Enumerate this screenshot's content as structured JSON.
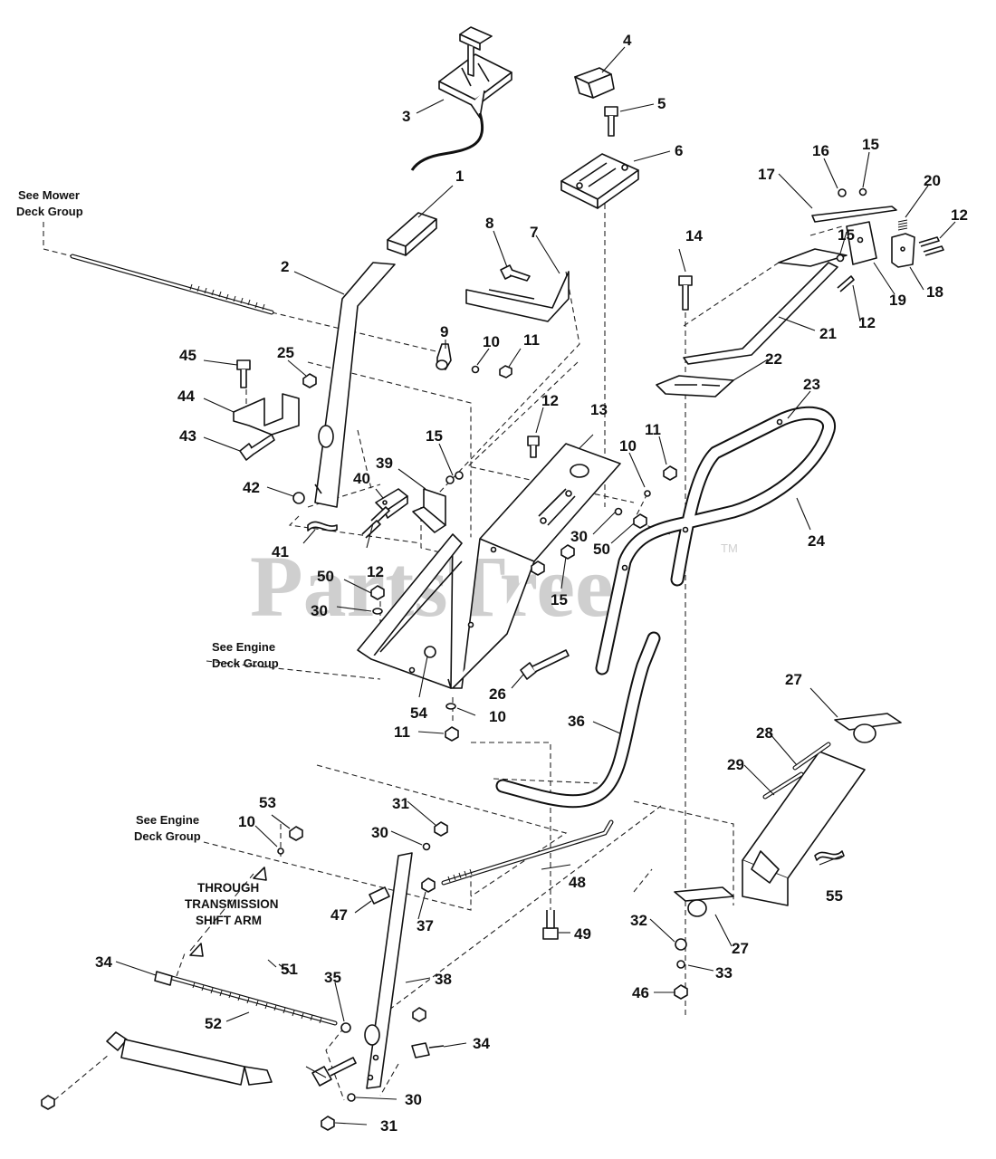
{
  "watermark": {
    "text": "PartsTree",
    "tm": "TM"
  },
  "notes": {
    "see_mower_deck": [
      "See Mower",
      "Deck Group"
    ],
    "see_engine_deck_1": [
      "See Engine",
      "Deck Group"
    ],
    "see_engine_deck_2": [
      "See Engine",
      "Deck Group"
    ],
    "through_transmission": [
      "THROUGH",
      "TRANSMISSION",
      "SHIFT ARM"
    ]
  },
  "callouts": [
    {
      "id": "c1",
      "label": "1"
    },
    {
      "id": "c2",
      "label": "2"
    },
    {
      "id": "c3",
      "label": "3"
    },
    {
      "id": "c4",
      "label": "4"
    },
    {
      "id": "c5",
      "label": "5"
    },
    {
      "id": "c6",
      "label": "6"
    },
    {
      "id": "c7",
      "label": "7"
    },
    {
      "id": "c8",
      "label": "8"
    },
    {
      "id": "c9",
      "label": "9"
    },
    {
      "id": "c10a",
      "label": "10"
    },
    {
      "id": "c11a",
      "label": "11"
    },
    {
      "id": "c12a",
      "label": "12"
    },
    {
      "id": "c12b",
      "label": "12"
    },
    {
      "id": "c12c",
      "label": "12"
    },
    {
      "id": "c12d",
      "label": "12"
    },
    {
      "id": "c13",
      "label": "13"
    },
    {
      "id": "c14",
      "label": "14"
    },
    {
      "id": "c15a",
      "label": "15"
    },
    {
      "id": "c15b",
      "label": "15"
    },
    {
      "id": "c15c",
      "label": "15"
    },
    {
      "id": "c15d",
      "label": "15"
    },
    {
      "id": "c16",
      "label": "16"
    },
    {
      "id": "c17",
      "label": "17"
    },
    {
      "id": "c18",
      "label": "18"
    },
    {
      "id": "c19",
      "label": "19"
    },
    {
      "id": "c20",
      "label": "20"
    },
    {
      "id": "c21",
      "label": "21"
    },
    {
      "id": "c22",
      "label": "22"
    },
    {
      "id": "c23",
      "label": "23"
    },
    {
      "id": "c24",
      "label": "24"
    },
    {
      "id": "c25",
      "label": "25"
    },
    {
      "id": "c26",
      "label": "26"
    },
    {
      "id": "c27a",
      "label": "27"
    },
    {
      "id": "c27b",
      "label": "27"
    },
    {
      "id": "c28",
      "label": "28"
    },
    {
      "id": "c29",
      "label": "29"
    },
    {
      "id": "c30a",
      "label": "30"
    },
    {
      "id": "c30b",
      "label": "30"
    },
    {
      "id": "c30c",
      "label": "30"
    },
    {
      "id": "c30d",
      "label": "30"
    },
    {
      "id": "c31a",
      "label": "31"
    },
    {
      "id": "c31b",
      "label": "31"
    },
    {
      "id": "c32",
      "label": "32"
    },
    {
      "id": "c33",
      "label": "33"
    },
    {
      "id": "c34a",
      "label": "34"
    },
    {
      "id": "c34b",
      "label": "34"
    },
    {
      "id": "c35",
      "label": "35"
    },
    {
      "id": "c36",
      "label": "36"
    },
    {
      "id": "c37",
      "label": "37"
    },
    {
      "id": "c38",
      "label": "38"
    },
    {
      "id": "c39",
      "label": "39"
    },
    {
      "id": "c40",
      "label": "40"
    },
    {
      "id": "c41",
      "label": "41"
    },
    {
      "id": "c42",
      "label": "42"
    },
    {
      "id": "c43",
      "label": "43"
    },
    {
      "id": "c44",
      "label": "44"
    },
    {
      "id": "c45",
      "label": "45"
    },
    {
      "id": "c46",
      "label": "46"
    },
    {
      "id": "c47",
      "label": "47"
    },
    {
      "id": "c48",
      "label": "48"
    },
    {
      "id": "c49",
      "label": "49"
    },
    {
      "id": "c50a",
      "label": "50"
    },
    {
      "id": "c50b",
      "label": "50"
    },
    {
      "id": "c51",
      "label": "51"
    },
    {
      "id": "c52",
      "label": "52"
    },
    {
      "id": "c53",
      "label": "53"
    },
    {
      "id": "c54",
      "label": "54"
    },
    {
      "id": "c55",
      "label": "55"
    },
    {
      "id": "c10b",
      "label": "10"
    },
    {
      "id": "c10c",
      "label": "10"
    },
    {
      "id": "c10d",
      "label": "10"
    },
    {
      "id": "c11b",
      "label": "11"
    },
    {
      "id": "c11c",
      "label": "11"
    }
  ]
}
